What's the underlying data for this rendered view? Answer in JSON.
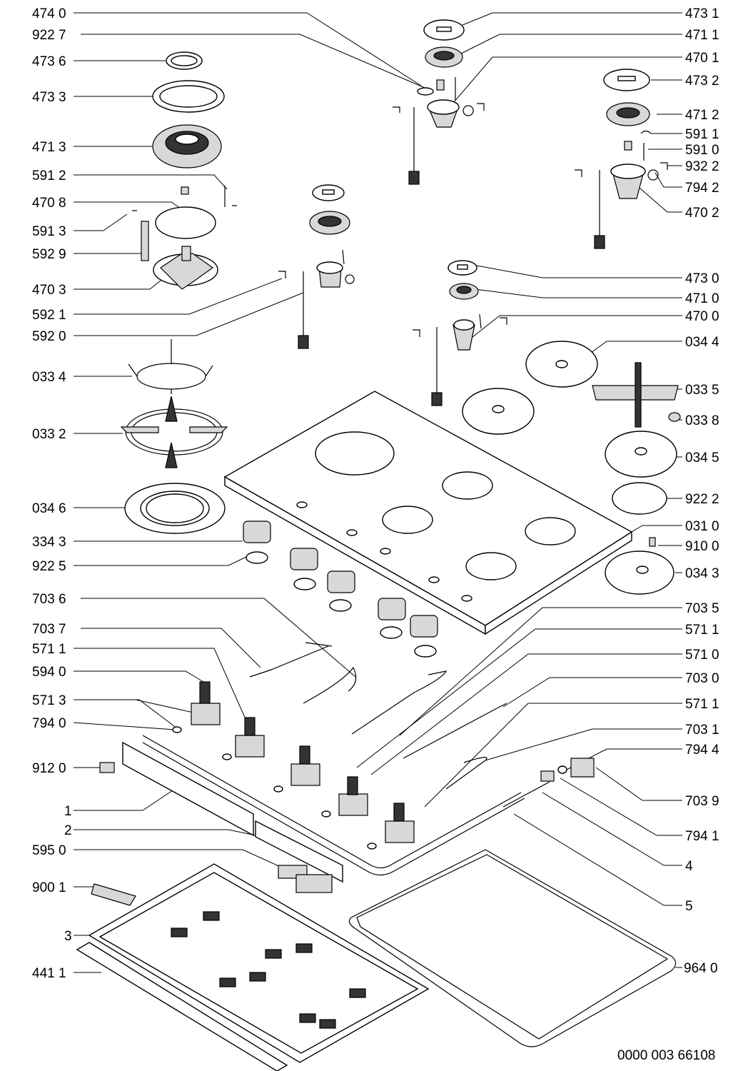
{
  "diagram": {
    "drawing_number": "0000 003 66108",
    "left_labels": [
      "474 0",
      "922 7",
      "473 6",
      "473 3",
      "471 3",
      "591 2",
      "470 8",
      "591 3",
      "592 9",
      "470 3",
      "592 1",
      "592 0",
      "033 4",
      "033 2",
      "034 6",
      "334 3",
      "922 5",
      "703 6",
      "703 7",
      "571 1",
      "594 0",
      "571 3",
      "794 0",
      "912 0",
      "1",
      "2",
      "595 0",
      "900 1",
      "3",
      "441 1"
    ],
    "right_labels": [
      "473 1",
      "471 1",
      "470 1",
      "473 2",
      "471 2",
      "591 1",
      "591 0",
      "932 2",
      "794 2",
      "470 2",
      "473 0",
      "471 0",
      "470 0",
      "034 4",
      "033 5",
      "033 8",
      "034 5",
      "922 2",
      "031 0",
      "910 0",
      "034 3",
      "703 5",
      "571 1",
      "571 0",
      "703 0",
      "571 1",
      "703 1",
      "794 4",
      "703 9",
      "794 1",
      "4",
      "5",
      "964 0"
    ]
  }
}
